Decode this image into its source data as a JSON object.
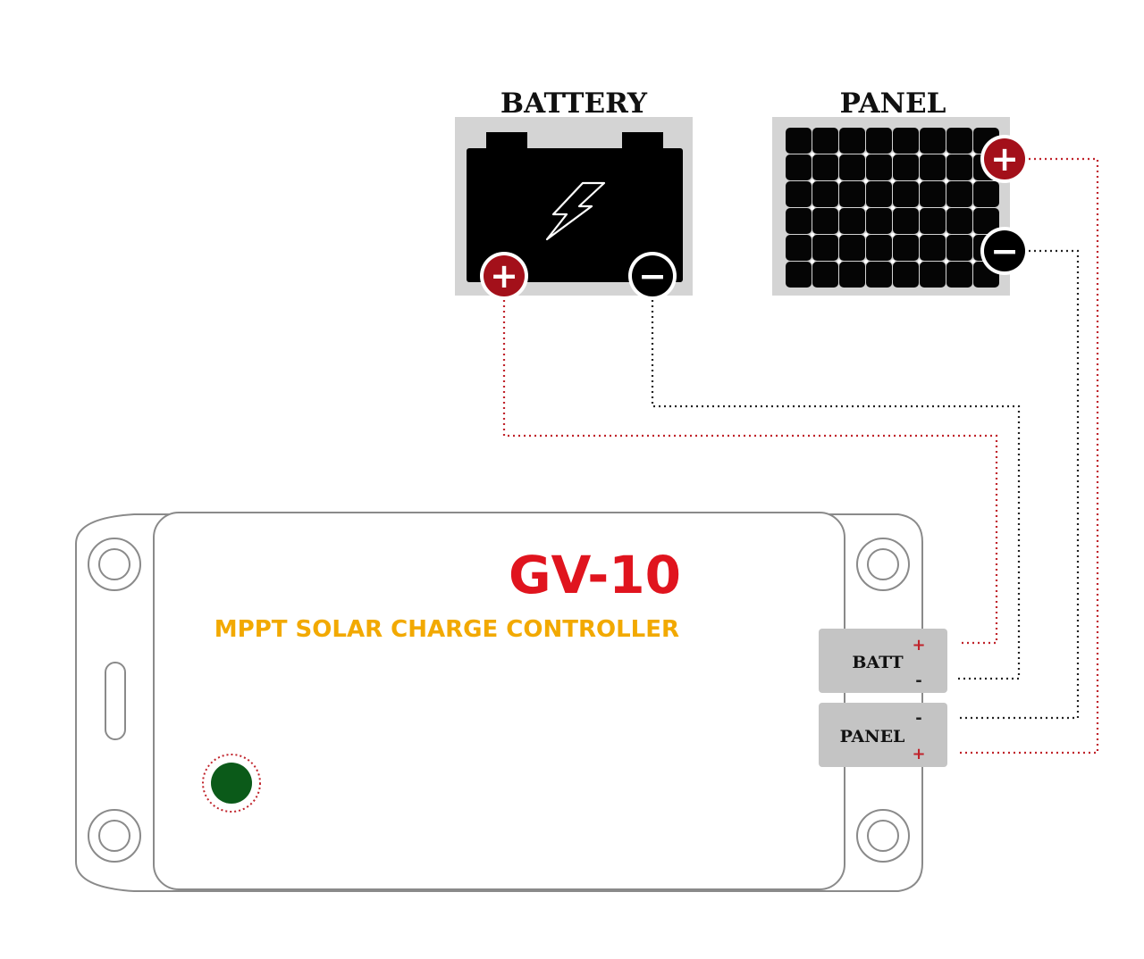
{
  "battery": {
    "label": "BATTERY",
    "positive_terminal": "+",
    "negative_terminal": "−"
  },
  "panel": {
    "label": "PANEL",
    "positive_terminal": "+",
    "negative_terminal": "−"
  },
  "controller": {
    "model": "GV-10",
    "subtitle": "MPPT SOLAR CHARGE CONTROLLER",
    "ports": {
      "batt": {
        "label": "BATT",
        "plus": "+",
        "minus": "-"
      },
      "panel": {
        "label": "PANEL",
        "minus": "-",
        "plus": "+"
      }
    }
  },
  "colors": {
    "positive_wire": "#c0232b",
    "negative_wire": "#222222",
    "model_text": "#e0141e",
    "subtitle_text": "#f2a900",
    "terminal_positive": "#a3101a",
    "status_led": "#0b5a19"
  },
  "icons": {
    "battery": "battery-icon",
    "bolt": "lightning-bolt-icon",
    "panel": "solar-panel-icon",
    "led": "status-led-icon"
  }
}
